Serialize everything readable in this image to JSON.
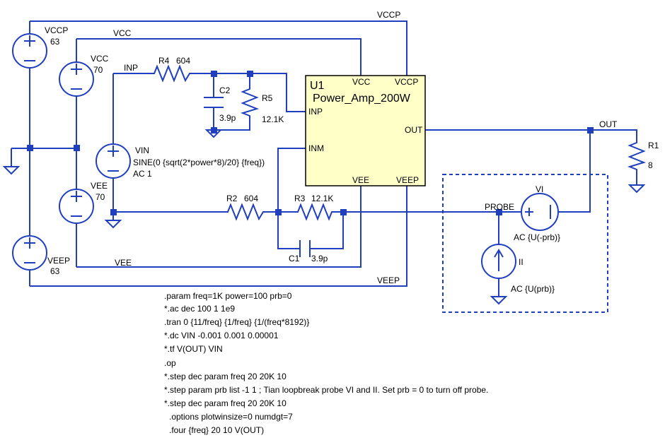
{
  "colors": {
    "wire": "#1f3fbf",
    "block_fill": "#ffffc8",
    "junction": "#1f3fbf",
    "text": "#000000",
    "probe_box": "#1f3fbf"
  },
  "nets": {
    "vccp_top": "VCCP",
    "vcc_top": "VCC",
    "inp": "INP",
    "out": "OUT",
    "vee_bottom": "VEE",
    "veep_bottom": "VEEP",
    "probe": "PROBE"
  },
  "sources": {
    "vccp": {
      "name": "VCCP",
      "value": "63"
    },
    "vcc": {
      "name": "VCC",
      "value": "70"
    },
    "vee": {
      "name": "VEE",
      "value": "70"
    },
    "veep": {
      "name": "VEEP",
      "value": "63"
    },
    "vin": {
      "name": "VIN",
      "value": "SINE(0 {sqrt(2*power*8)/20} {freq})",
      "ac": "AC 1"
    },
    "vi": {
      "name": "VI",
      "value": "AC {U(-prb)}"
    },
    "ii": {
      "name": "II",
      "value": "AC {U(prb)}"
    }
  },
  "components": {
    "r4": {
      "name": "R4",
      "value": "604"
    },
    "r5": {
      "name": "R5",
      "value": "12.1K"
    },
    "c2": {
      "name": "C2",
      "value": "3.9p"
    },
    "r2": {
      "name": "R2",
      "value": "604"
    },
    "r3": {
      "name": "R3",
      "value": "12.1K"
    },
    "c1": {
      "name": "C1",
      "value": "3.9p"
    },
    "r1": {
      "name": "R1",
      "value": "8"
    }
  },
  "u1": {
    "name": "U1",
    "model": "Power_Amp_200W",
    "pins": {
      "vcc": "VCC",
      "vccp": "VCCP",
      "inp": "INP",
      "inm": "INM",
      "out": "OUT",
      "vee": "VEE",
      "veep": "VEEP"
    }
  },
  "directives": [
    ".param freq=1K power=100 prb=0",
    "*.ac dec 100 1 1e9",
    ".tran 0 {11/freq} {1/freq} {1/(freq*8192)}",
    "*.dc VIN -0.001 0.001 0.00001",
    "*.tf V(OUT) VIN",
    ".op",
    "*.step dec param freq 20 20K 10",
    "*.step param prb list -1 1 ; Tian loopbreak probe VI and II. Set prb = 0 to turn off probe.",
    "*.step dec param freq 20 20K 10",
    ".options plotwinsize=0 numdgt=7",
    ".four {freq} 20 10 V(OUT)"
  ]
}
